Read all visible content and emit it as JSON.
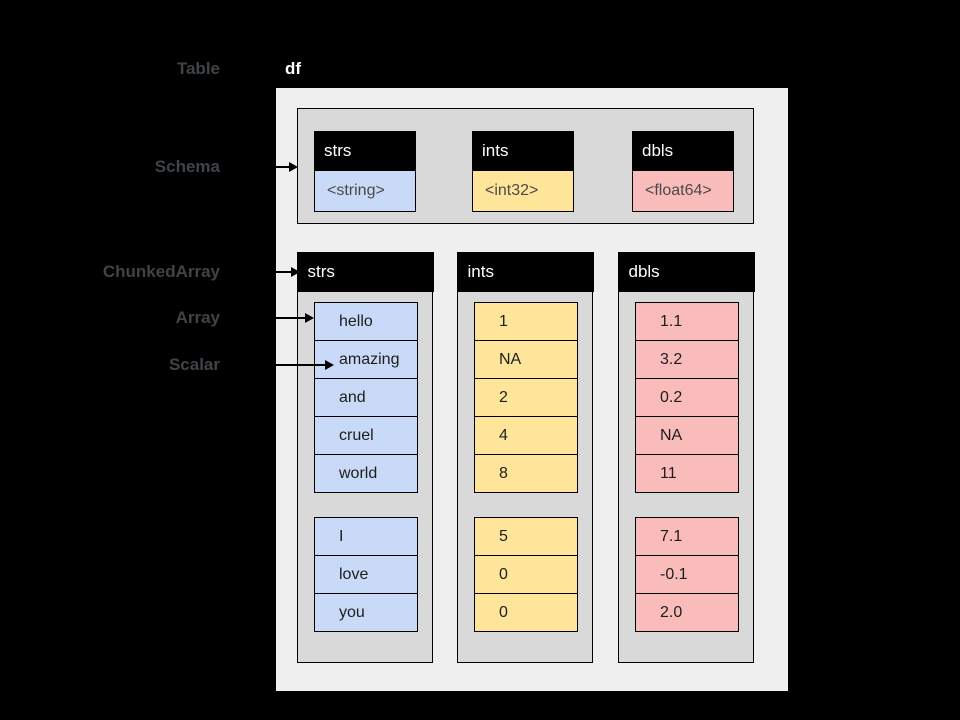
{
  "side_labels": [
    {
      "id": "table",
      "text": "Table"
    },
    {
      "id": "schema",
      "text": "Schema"
    },
    {
      "id": "chunked_array",
      "text": "ChunkedArray"
    },
    {
      "id": "array",
      "text": "Array"
    },
    {
      "id": "scalar",
      "text": "Scalar"
    }
  ],
  "table_name": "df",
  "schema_fields": [
    {
      "name": "strs",
      "type": "<string>",
      "color": "#c9daf8"
    },
    {
      "name": "ints",
      "type": "<int32>",
      "color": "#ffe599"
    },
    {
      "name": "dbls",
      "type": "<float64>",
      "color": "#fabbbb"
    }
  ],
  "chunked_columns": [
    {
      "name": "strs",
      "color": "#c9daf8",
      "chunks": [
        [
          "hello",
          "amazing",
          "and",
          "cruel",
          "world"
        ],
        [
          "I",
          "love",
          "you"
        ]
      ]
    },
    {
      "name": "ints",
      "color": "#ffe599",
      "chunks": [
        [
          "1",
          "NA",
          "2",
          "4",
          "8"
        ],
        [
          "5",
          "0",
          "0"
        ]
      ]
    },
    {
      "name": "dbls",
      "color": "#fabbbb",
      "chunks": [
        [
          "1.1",
          "3.2",
          "0.2",
          "NA",
          "11"
        ],
        [
          "7.1",
          "-0.1",
          "2.0"
        ]
      ]
    }
  ],
  "colors": {
    "background": "#000000",
    "table_box_bg": "#efefef",
    "panel_bg": "#d9d9d9",
    "header_bg": "#000000",
    "header_text": "#ffffff",
    "label_text": "#3f4449",
    "string_blue": "#c9daf8",
    "int_yellow": "#ffe599",
    "double_pink": "#fabbbb"
  }
}
